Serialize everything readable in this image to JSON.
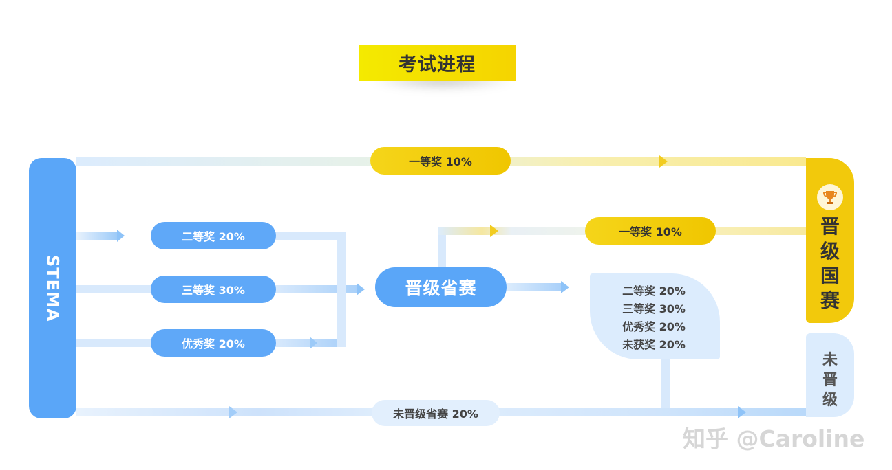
{
  "title": "考试进程",
  "start_node": "STEMA",
  "top_path": {
    "label": "一等奖 10%"
  },
  "left_awards": [
    {
      "label": "二等奖 20%"
    },
    {
      "label": "三等奖 30%"
    },
    {
      "label": "优秀奖 20%"
    }
  ],
  "provincial_node": "晋级省赛",
  "provincial_top": {
    "label": "一等奖 10%"
  },
  "provincial_results": [
    "二等奖 20%",
    "三等奖 30%",
    "优秀奖 20%",
    "未获奖 20%"
  ],
  "national_node": [
    "晋",
    "级",
    "国",
    "赛"
  ],
  "not_promoted_node": [
    "未",
    "晋",
    "级"
  ],
  "bottom_path": {
    "label": "未晋级省赛 20%"
  },
  "watermark": "知乎 @Caroline",
  "icons": {
    "trophy": "trophy-icon"
  },
  "colors": {
    "blue": "#5aa6f8",
    "light_blue": "#dcecfd",
    "yellow": "#f2c90c",
    "title_yellow": "#f4ea00"
  }
}
